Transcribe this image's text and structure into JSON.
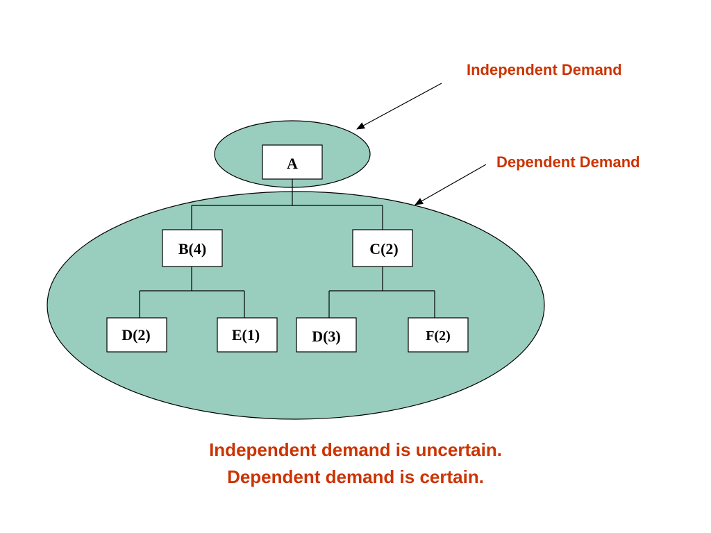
{
  "labels": {
    "independent_demand": "Independent Demand",
    "dependent_demand": "Dependent Demand"
  },
  "nodes": {
    "a": "A",
    "b": "B(4)",
    "c": "C(2)",
    "d_left": "D(2)",
    "e": "E(1)",
    "d_right": "D(3)",
    "f": "F(2)"
  },
  "footer": {
    "line1": "Independent demand is uncertain.",
    "line2": "Dependent demand is certain."
  },
  "colors": {
    "ellipse_fill": "#99cdbd",
    "label_text": "#cc3300"
  }
}
